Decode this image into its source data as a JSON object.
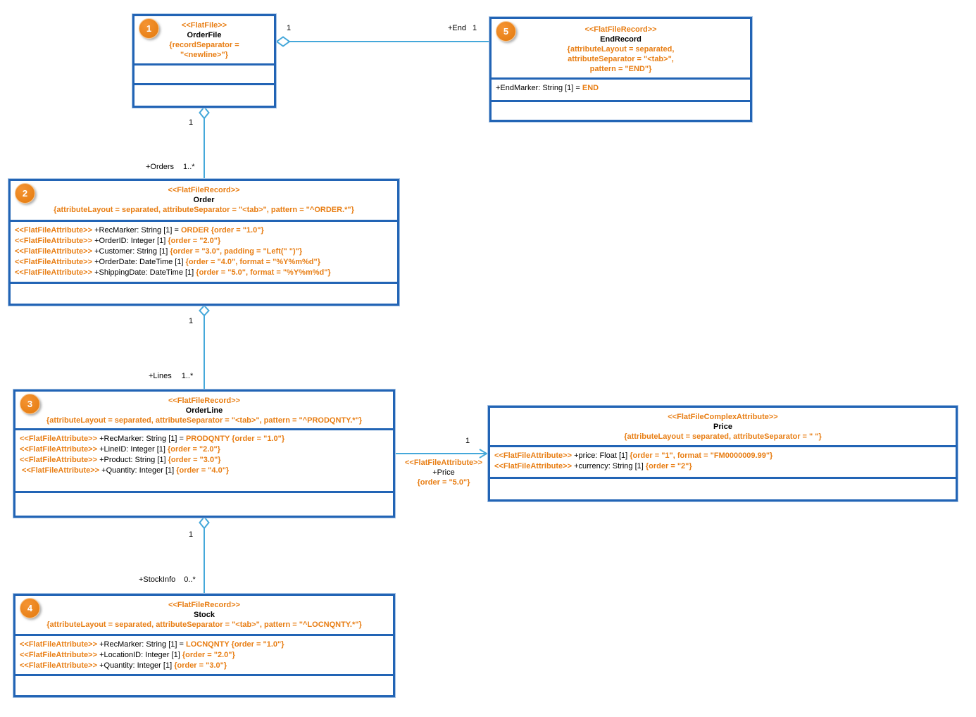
{
  "colors": {
    "box_border_blue": "#2264b5",
    "connector_light_blue": "#45a8da",
    "stereotype_orange": "#e87e14",
    "badge_orange": "#e8821a",
    "text_black": "#000000"
  },
  "classes": {
    "orderFile": {
      "badge": "1",
      "stereotype": "<<FlatFile>>",
      "name": "OrderFile",
      "constraint": "{recordSeparator =\n\"<newline>\"}"
    },
    "order": {
      "badge": "2",
      "stereotype": "<<FlatFileRecord>>",
      "name": "Order",
      "constraint": "{attributeLayout = separated, attributeSeparator = \"<tab>\", pattern = \"^ORDER.*\"}",
      "attributes": [
        {
          "stereo": "<<FlatFileAttribute>>",
          "pre": " +RecMarker: String [1] = ",
          "value": "ORDER",
          "constraint": " {order = \"1.0\"}"
        },
        {
          "stereo": "<<FlatFileAttribute>>",
          "pre": " +OrderID: Integer [1] ",
          "value": "",
          "constraint": "{order = \"2.0\"}"
        },
        {
          "stereo": "<<FlatFileAttribute>>",
          "pre": " +Customer: String [1] ",
          "value": "",
          "constraint": "{order = \"3.0\", padding = \"Left(\" \")\"}"
        },
        {
          "stereo": "<<FlatFileAttribute>>",
          "pre": " +OrderDate: DateTime [1] ",
          "value": "",
          "constraint": "{order = \"4.0\", format = \"%Y%m%d\"}"
        },
        {
          "stereo": "<<FlatFileAttribute>>",
          "pre": " +ShippingDate: DateTime [1] ",
          "value": "",
          "constraint": "{order = \"5.0\", format = \"%Y%m%d\"}"
        }
      ]
    },
    "orderLine": {
      "badge": "3",
      "stereotype": "<<FlatFileRecord>>",
      "name": "OrderLine",
      "constraint": "{attributeLayout = separated, attributeSeparator = \"<tab>\", pattern = \"^PRODQNTY.*\"}",
      "attributes": [
        {
          "stereo": "<<FlatFileAttribute>>",
          "pre": " +RecMarker: String [1] = ",
          "value": "PRODQNTY",
          "constraint": " {order = \"1.0\"}"
        },
        {
          "stereo": "<<FlatFileAttribute>>",
          "pre": " +LineID: Integer [1] ",
          "value": "",
          "constraint": "{order = \"2.0\"}"
        },
        {
          "stereo": "<<FlatFileAttribute>>",
          "pre": " +Product: String [1] ",
          "value": "",
          "constraint": "{order = \"3.0\"}"
        },
        {
          "stereo": " <<FlatFileAttribute>>",
          "pre": " +Quantity: Integer [1] ",
          "value": "",
          "constraint": "{order = \"4.0\"}"
        }
      ]
    },
    "stock": {
      "badge": "4",
      "stereotype": "<<FlatFileRecord>>",
      "name": "Stock",
      "constraint": "{attributeLayout = separated, attributeSeparator = \"<tab>\", pattern = \"^LOCNQNTY.*\"}",
      "attributes": [
        {
          "stereo": "<<FlatFileAttribute>>",
          "pre": " +RecMarker: String [1] = ",
          "value": "LOCNQNTY",
          "constraint": " {order = \"1.0\"}"
        },
        {
          "stereo": "<<FlatFileAttribute>>",
          "pre": " +LocationID: Integer [1] ",
          "value": "",
          "constraint": "{order = \"2.0\"}"
        },
        {
          "stereo": "<<FlatFileAttribute>>",
          "pre": " +Quantity: Integer [1] ",
          "value": "",
          "constraint": "{order = \"3.0\"}"
        }
      ]
    },
    "endRecord": {
      "badge": "5",
      "stereotype": "<<FlatFileRecord>>",
      "name": "EndRecord",
      "constraint": "{attributeLayout = separated,\nattributeSeparator = \"<tab>\",\npattern = \"END\"}",
      "attributes": [
        {
          "stereo": "",
          "pre": "+EndMarker: String [1] = ",
          "value": "END",
          "constraint": ""
        }
      ]
    },
    "price": {
      "stereotype": "<<FlatFileComplexAttribute>>",
      "name": "Price",
      "constraint": "{attributeLayout = separated, attributeSeparator = \" \"}",
      "attributes": [
        {
          "stereo": "<<FlatFileAttribute>>",
          "pre": " +price: Float [1] ",
          "value": "",
          "constraint": "{order = \"1\", format = \"FM0000009.99\"}"
        },
        {
          "stereo": "<<FlatFileAttribute>>",
          "pre": " +currency: String [1] ",
          "value": "",
          "constraint": "{order = \"2\"}"
        }
      ]
    }
  },
  "connectors": {
    "end": {
      "parent_mult": "1",
      "role": "+End",
      "target_mult": "1"
    },
    "orders": {
      "parent_mult": "1",
      "role": "+Orders",
      "child_mult": "1..*"
    },
    "lines": {
      "parent_mult": "1",
      "role": "+Lines",
      "child_mult": "1..*"
    },
    "stockInfo": {
      "parent_mult": "1",
      "role": "+StockInfo",
      "child_mult": "0..*"
    },
    "price": {
      "mult": "1",
      "stereotype": "<<FlatFileAttribute>>",
      "role": "+Price",
      "constraint": "{order = \"5.0\"}"
    }
  }
}
